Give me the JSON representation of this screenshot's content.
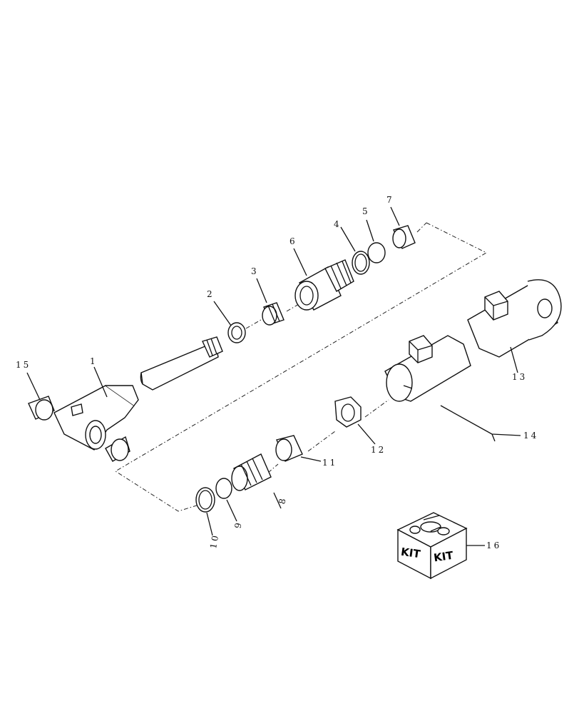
{
  "callouts": {
    "c1": "1",
    "c2": "2",
    "c3": "3",
    "c4": "4",
    "c5": "5",
    "c6": "6",
    "c7": "7",
    "c8": "8",
    "c9": "9",
    "c10": "10",
    "c11": "11",
    "c12": "12",
    "c13": "13",
    "c14": "14",
    "c15": "15",
    "c16": "16"
  },
  "kit": {
    "label_left": "KIT",
    "label_right": "KIT"
  }
}
